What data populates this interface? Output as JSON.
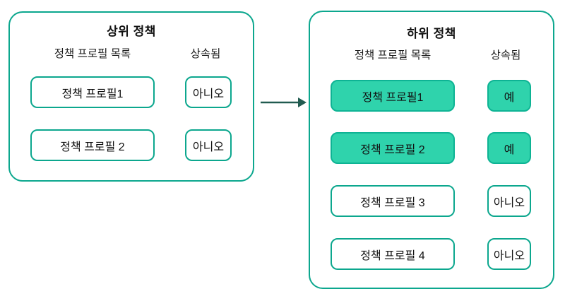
{
  "colors": {
    "outline_teal": "#0CA78E",
    "filled_green": "#2FD3AC",
    "filled_border": "#0EB394",
    "arrow_dark_teal": "#215B50",
    "text": "#111111",
    "background": "#FFFFFF"
  },
  "parent_box": {
    "title": "상위 정책",
    "col_profile": "정책 프로필 목록",
    "col_inherited": "상속됨",
    "rows": [
      {
        "profile": "정책 프로필1",
        "inherited": "아니오",
        "filled": false
      },
      {
        "profile": "정책 프로필 2",
        "inherited": "아니오",
        "filled": false
      }
    ]
  },
  "child_box": {
    "title": "하위 정책",
    "col_profile": "정책 프로필 목록",
    "col_inherited": "상속됨",
    "rows": [
      {
        "profile": "정책 프로필1",
        "inherited": "예",
        "filled": true
      },
      {
        "profile": "정책 프로필 2",
        "inherited": "예",
        "filled": true
      },
      {
        "profile": "정책 프로필 3",
        "inherited": "아니오",
        "filled": false
      },
      {
        "profile": "정책 프로필 4",
        "inherited": "아니오",
        "filled": false
      }
    ]
  },
  "arrow": {
    "direction": "right"
  }
}
